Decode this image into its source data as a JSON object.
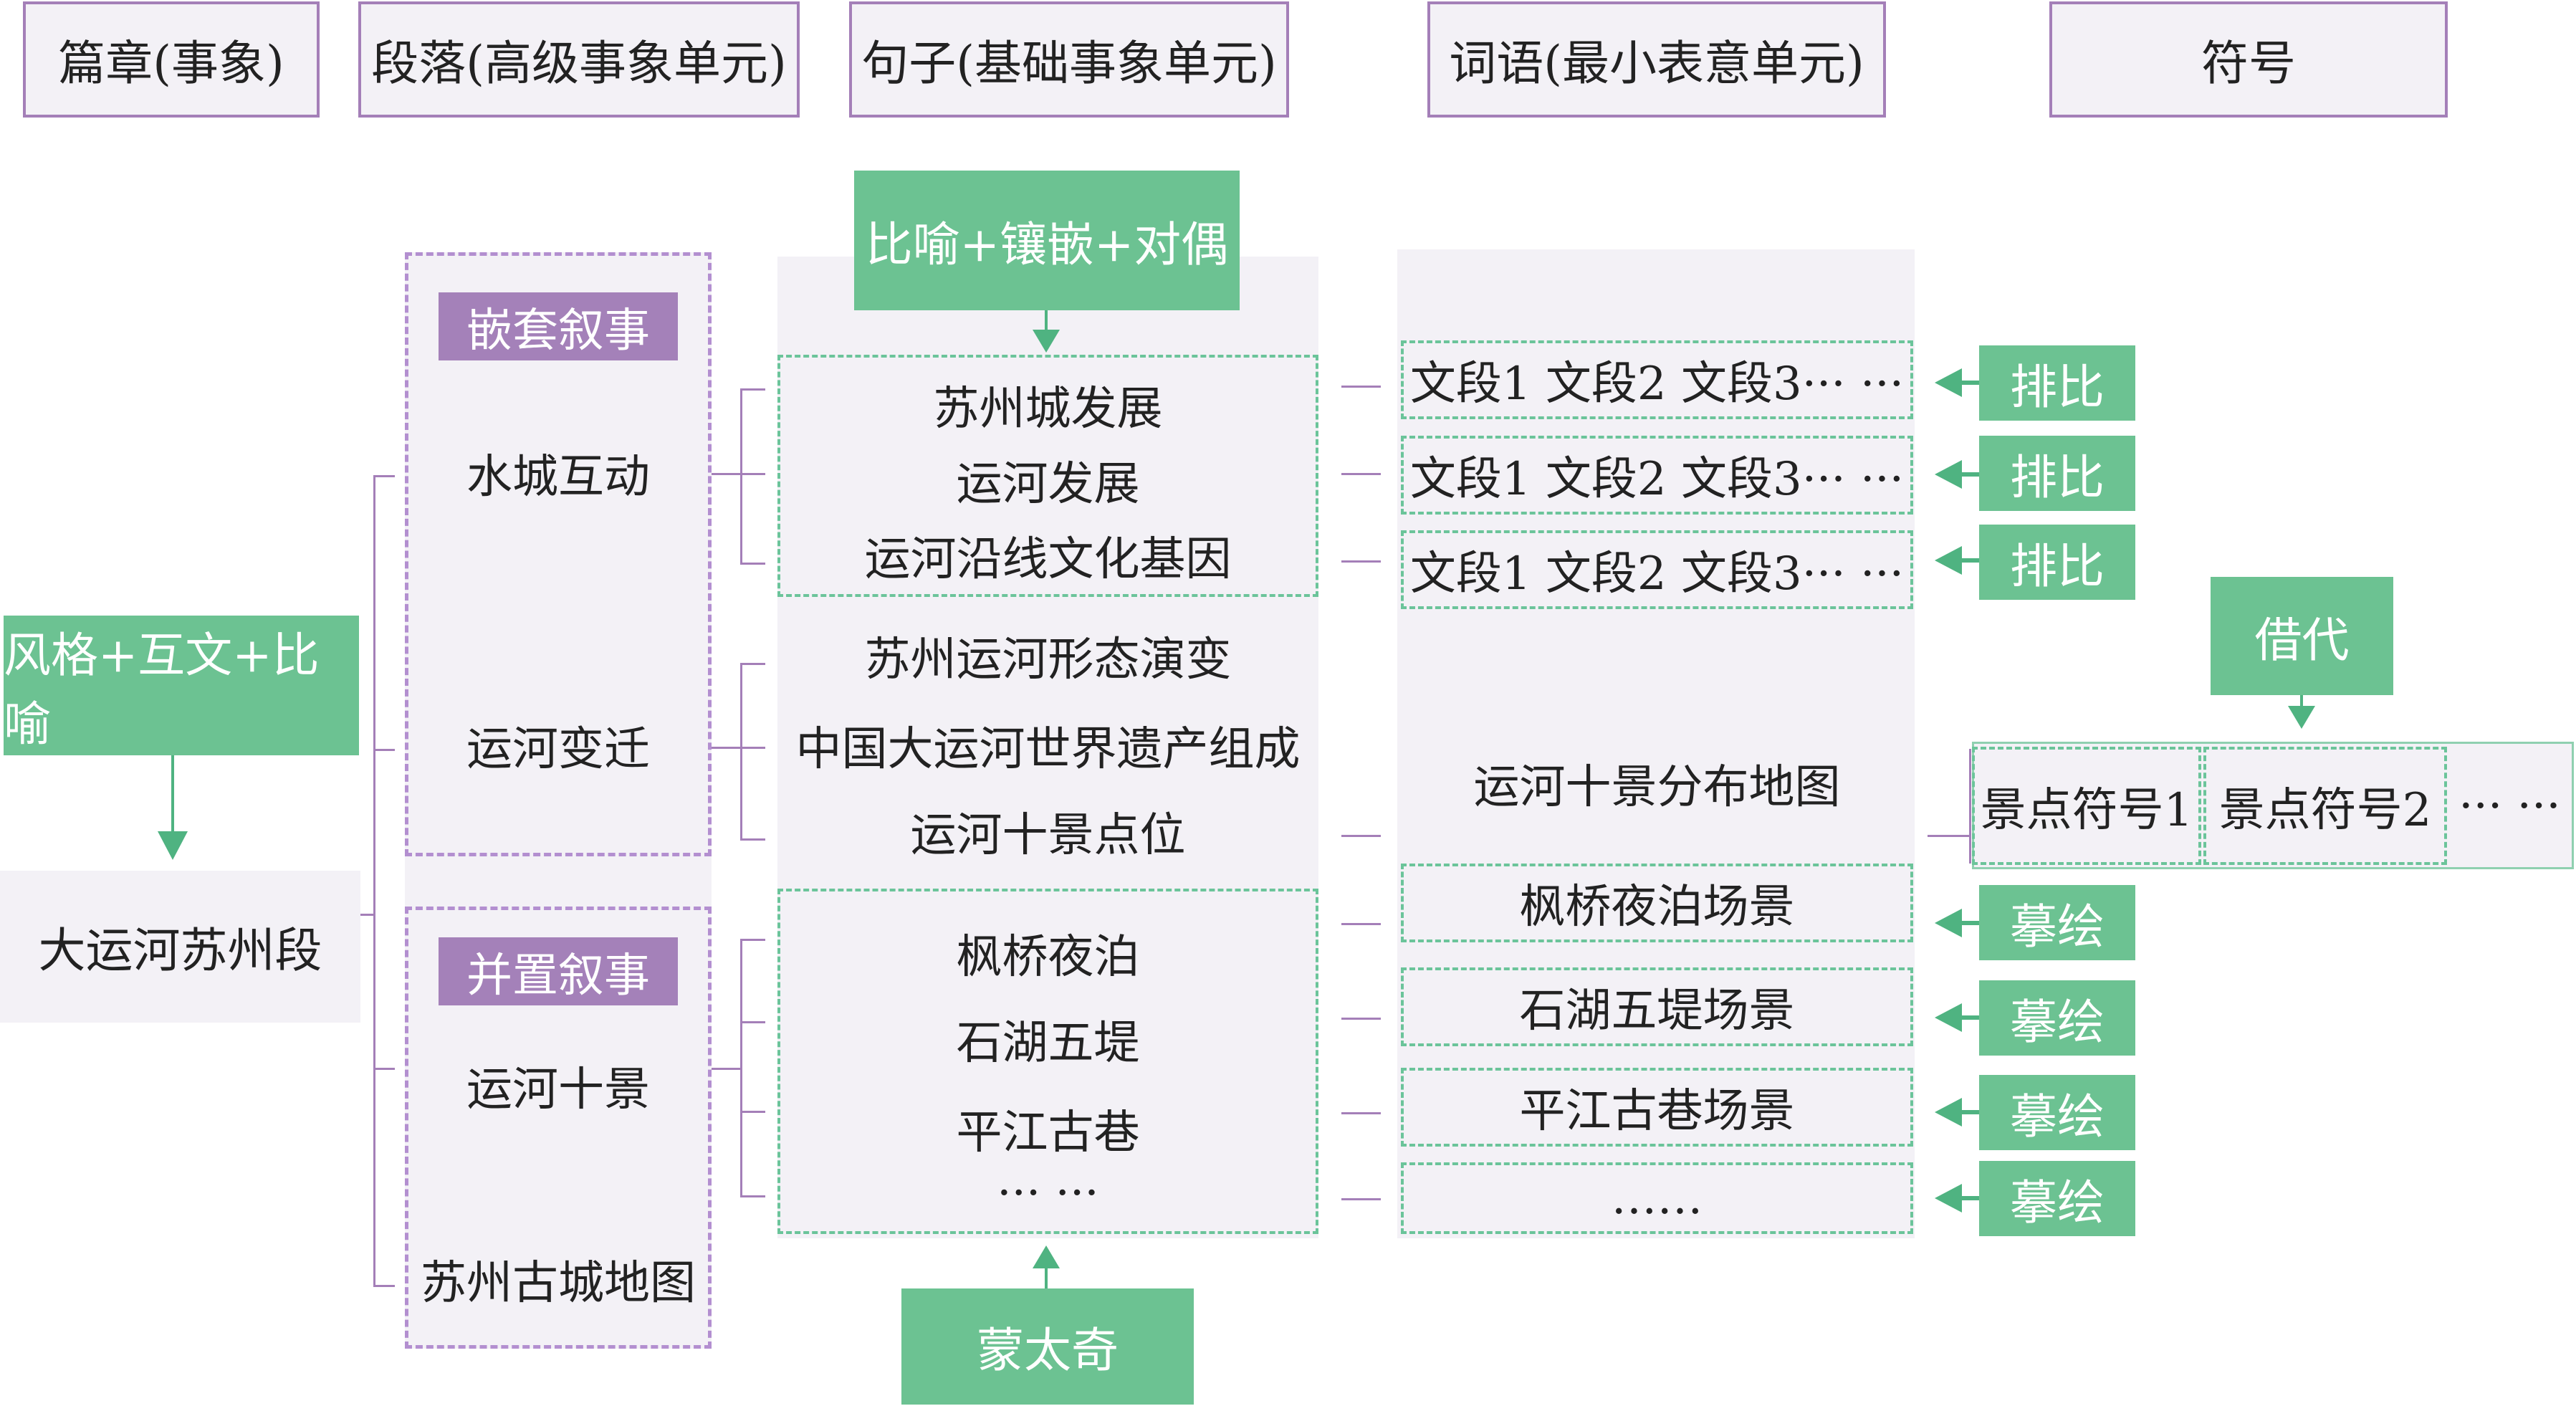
{
  "headers": [
    "篇章(事象)",
    "段落(高级事象单元)",
    "句子(基础事象单元)",
    "词语(最小表意单元)",
    "符号"
  ],
  "chapter": {
    "style_label": "风格+互文+比喻",
    "title": "大运河苏州段"
  },
  "paragraphs": {
    "group1_label": "嵌套叙事",
    "group1_items": [
      "水城互动",
      "运河变迁"
    ],
    "group2_label": "并置叙事",
    "group2_items": [
      "运河十景",
      "苏州古城地图"
    ]
  },
  "sentences": {
    "top_label": "比喻+镶嵌+对偶",
    "bottom_label": "蒙太奇",
    "group1": [
      "苏州城发展",
      "运河发展",
      "运河沿线文化基因"
    ],
    "group2": [
      "苏州运河形态演变",
      "中国大运河世界遗产组成",
      "运河十景点位"
    ],
    "group3": [
      "枫桥夜泊",
      "石湖五堤",
      "平江古巷",
      "··· ···"
    ]
  },
  "words": {
    "rows": [
      "文段1 文段2 文段3··· ···",
      "文段1 文段2 文段3··· ···",
      "文段1 文段2 文段3··· ···"
    ],
    "map": "运河十景分布地图",
    "scenes": [
      "枫桥夜泊场景",
      "石湖五堤场景",
      "平江古巷场景",
      "……"
    ]
  },
  "symbols": {
    "parallel_labels": [
      "排比",
      "排比",
      "排比"
    ],
    "metonymy_label": "借代",
    "scenic_symbols": [
      "景点符号1",
      "景点符号2",
      "··· ···"
    ],
    "depiction_labels": [
      "摹绘",
      "摹绘",
      "摹绘",
      "摹绘"
    ]
  },
  "colors": {
    "green": "#6cc292",
    "purple": "#a481b9",
    "panel": "#f3f1f6",
    "line_purple": "#a47fb8",
    "dash_green": "#6bc49a"
  }
}
